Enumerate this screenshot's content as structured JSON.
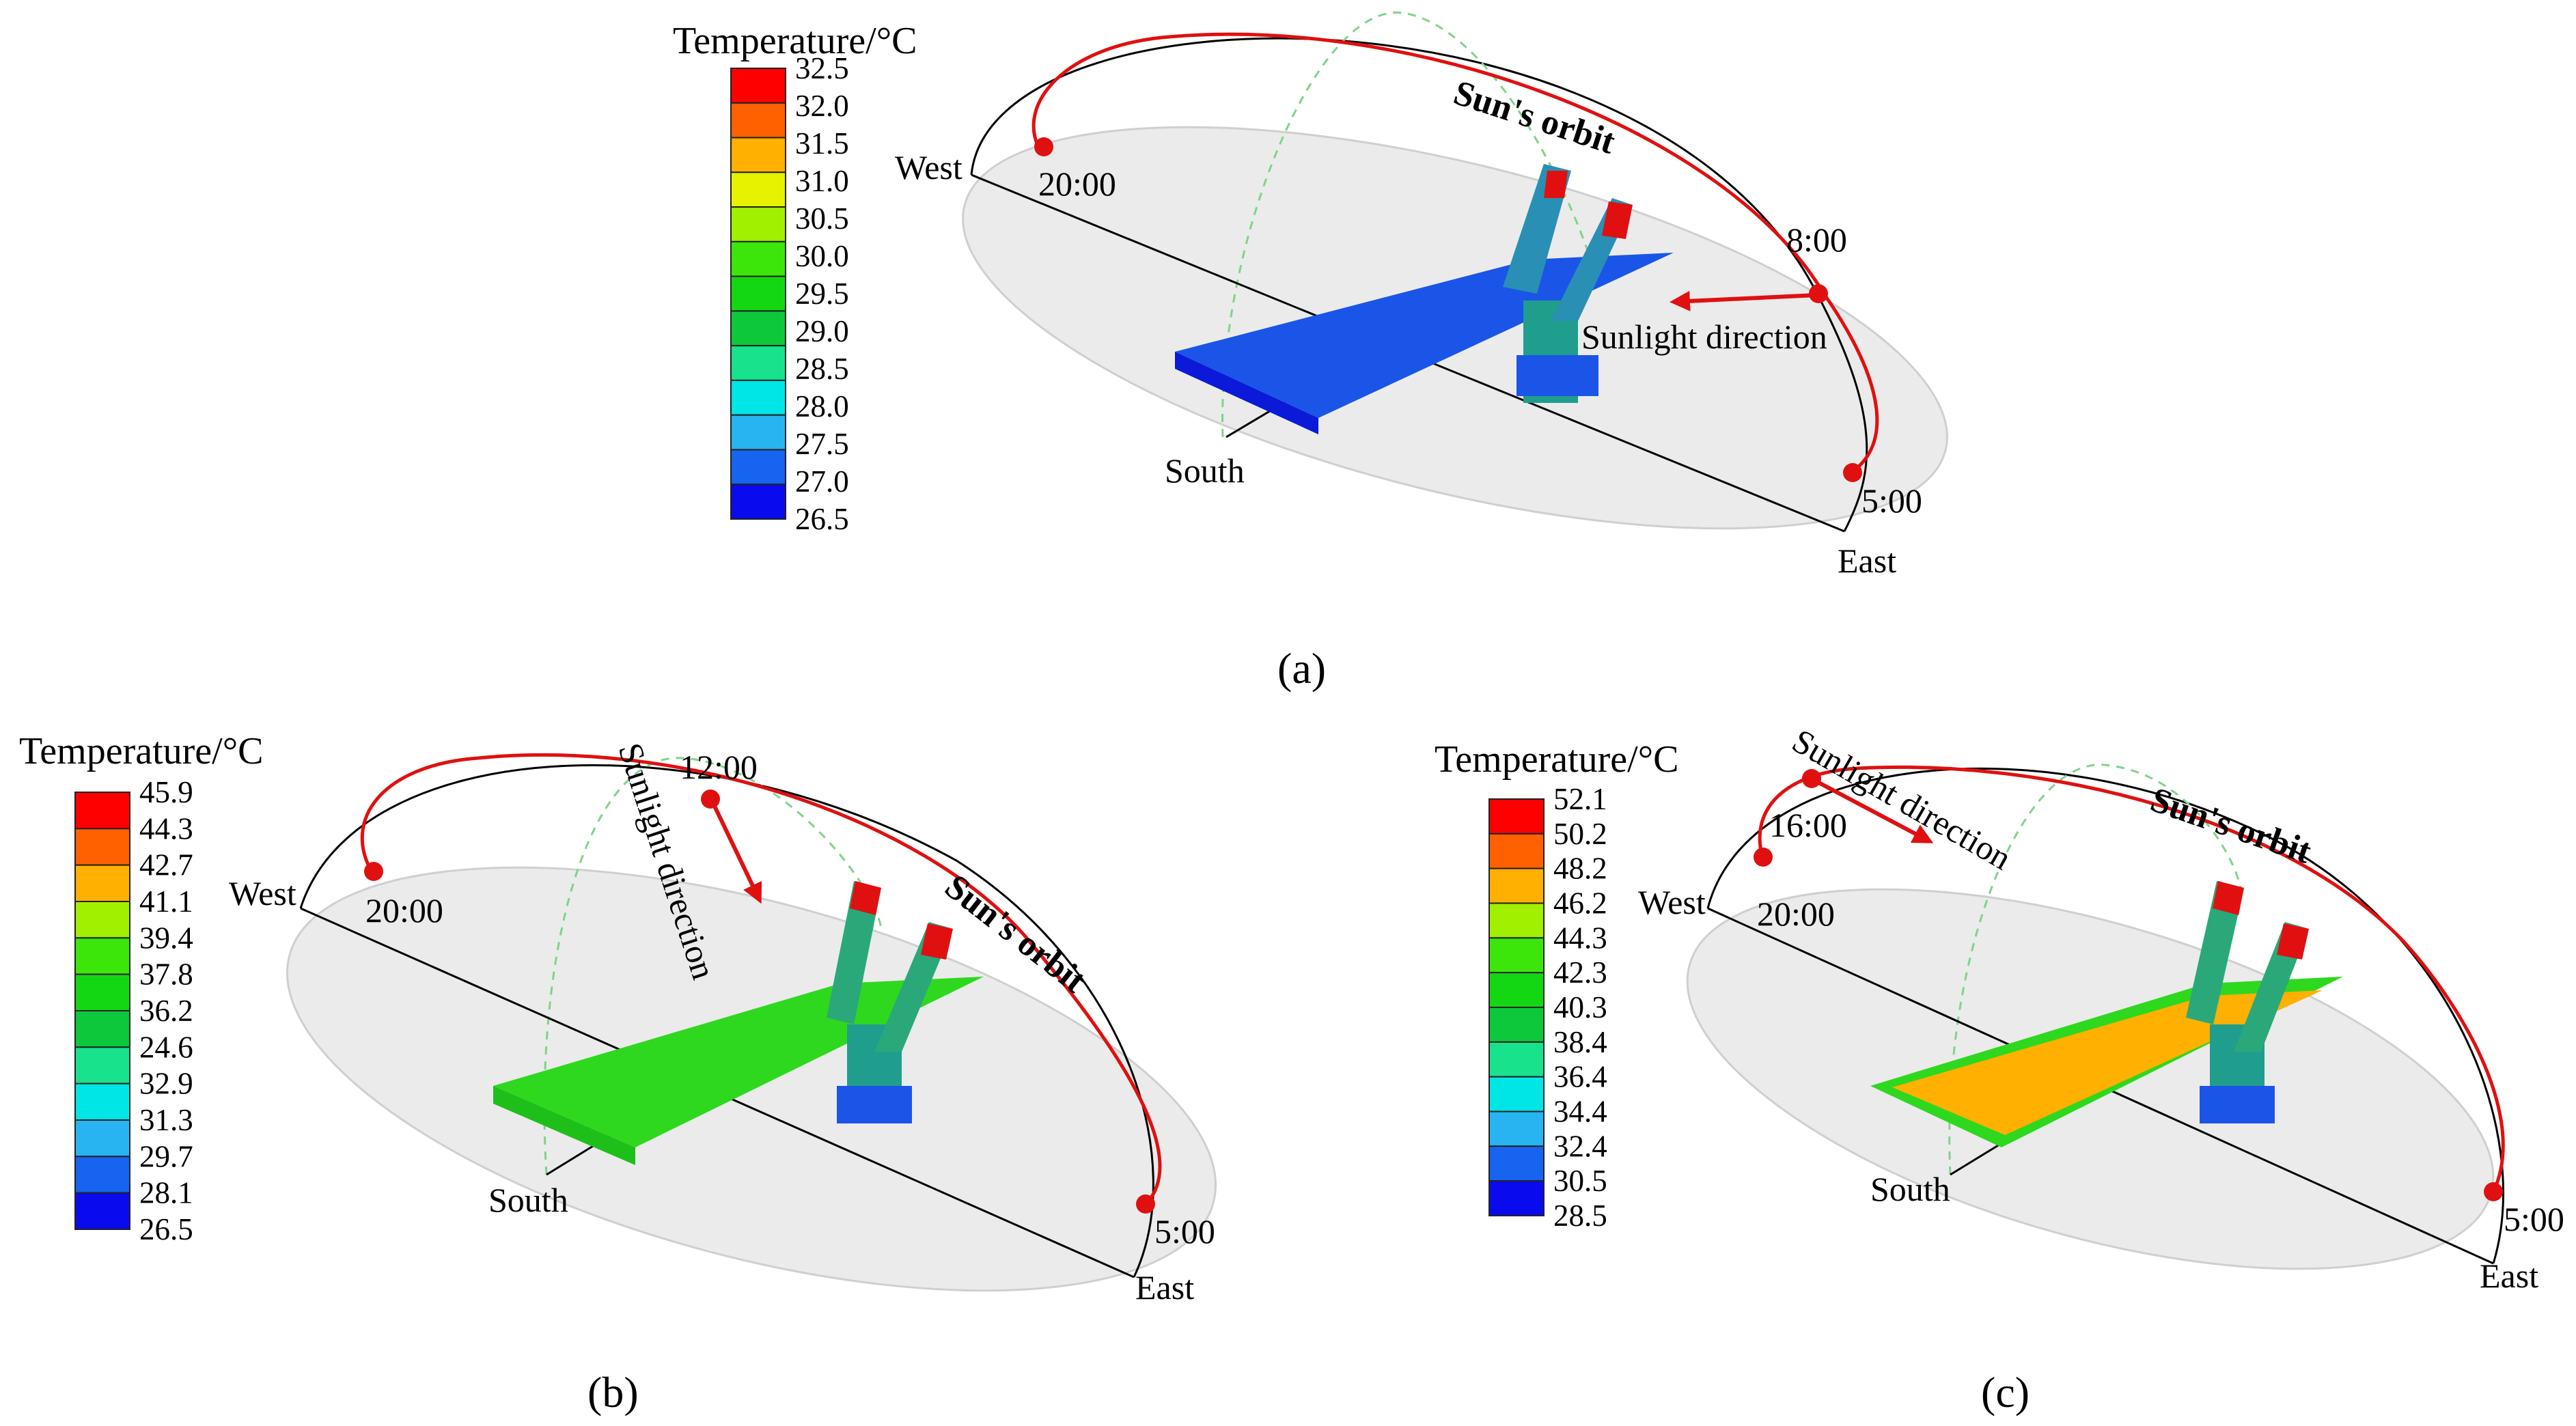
{
  "panels": [
    {
      "caption": "(a)",
      "colorbar": {
        "title": "Temperature/°C",
        "ticks": [
          "32.5",
          "32.0",
          "31.5",
          "31.0",
          "30.5",
          "30.0",
          "29.5",
          "29.0",
          "28.5",
          "28.0",
          "27.5",
          "27.0",
          "26.5"
        ],
        "colors": [
          "#ff0000",
          "#ff6000",
          "#ffb000",
          "#e6f200",
          "#a0f000",
          "#3ce60a",
          "#14d714",
          "#0ec83c",
          "#18e28c",
          "#00e6e6",
          "#28b4f0",
          "#1664f0",
          "#0a0aee"
        ]
      },
      "labels": {
        "west": "West",
        "east": "East",
        "south": "South",
        "orbit": "Sun's orbit",
        "sunlight": "Sunlight direction",
        "time_a": "20:00",
        "time_b": "8:00",
        "time_c": "5:00"
      },
      "bridge_deck_color": "#1a55e8"
    },
    {
      "caption": "(b)",
      "colorbar": {
        "title": "Temperature/°C",
        "ticks": [
          "45.9",
          "44.3",
          "42.7",
          "41.1",
          "39.4",
          "37.8",
          "36.2",
          "24.6",
          "32.9",
          "31.3",
          "29.7",
          "28.1",
          "26.5"
        ],
        "colors": [
          "#ff0000",
          "#ff6000",
          "#ffb000",
          "#a0f000",
          "#3ce60a",
          "#14d714",
          "#0ec83c",
          "#18e28c",
          "#00e6e6",
          "#28b4f0",
          "#1664f0",
          "#0a0aee"
        ]
      },
      "labels": {
        "west": "West",
        "east": "East",
        "south": "South",
        "orbit": "Sun's orbit",
        "sunlight": "Sunlight direction",
        "time_a": "20:00",
        "time_b": "12:00",
        "time_c": "5:00"
      },
      "bridge_deck_color": "#2ed81e"
    },
    {
      "caption": "(c)",
      "colorbar": {
        "title": "Temperature/°C",
        "ticks": [
          "52.1",
          "50.2",
          "48.2",
          "46.2",
          "44.3",
          "42.3",
          "40.3",
          "38.4",
          "36.4",
          "34.4",
          "32.4",
          "30.5",
          "28.5"
        ],
        "colors": [
          "#ff0000",
          "#ff6000",
          "#ffb000",
          "#a0f000",
          "#3ce60a",
          "#14d714",
          "#0ec83c",
          "#18e28c",
          "#00e6e6",
          "#28b4f0",
          "#1664f0",
          "#0a0aee"
        ]
      },
      "labels": {
        "west": "West",
        "east": "East",
        "south": "South",
        "orbit": "Sun's orbit",
        "sunlight": "Sunlight direction",
        "time_a": "20:00",
        "time_b": "16:00",
        "time_c": "5:00"
      },
      "bridge_deck_color": "#ffb000"
    }
  ]
}
